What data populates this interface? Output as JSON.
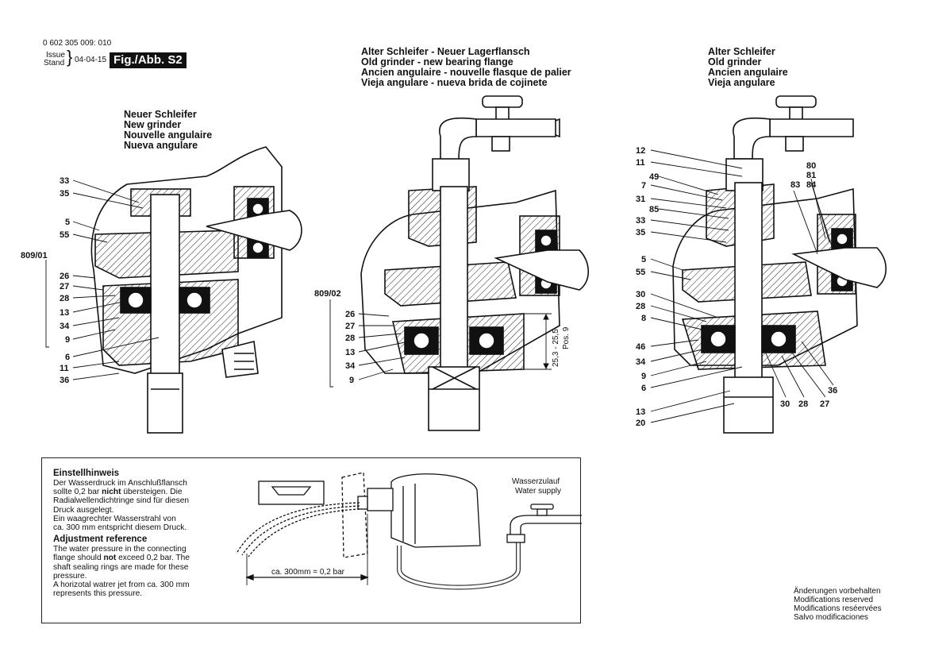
{
  "header": {
    "part_number": "0 602 305 009: 010",
    "issue_label": "Issue",
    "stand_label": "Stand",
    "date": "04-04-15",
    "figure": "Fig./Abb. S2"
  },
  "panels": [
    {
      "title_lines": [
        "Neuer Schleifer",
        "New grinder",
        "Nouvelle angulaire",
        "Nueva angulare"
      ],
      "group_label": "809/01",
      "labels": [
        "33",
        "35",
        "5",
        "55",
        "26",
        "27",
        "28",
        "13",
        "34",
        "9",
        "6",
        "11",
        "36"
      ]
    },
    {
      "title_lines": [
        "Alter Schleifer - Neuer Lagerflansch",
        "Old grinder - new bearing flange",
        "Ancien angulaire - nouvelle flasque de palier",
        "Vieja angulare - nueva brida de cojinete"
      ],
      "group_label": "809/02",
      "labels": [
        "26",
        "27",
        "28",
        "13",
        "34",
        "9"
      ],
      "dimension": "25,3 - 25,5",
      "position": "Pos. 9"
    },
    {
      "title_lines": [
        "Alter Schleifer",
        "Old grinder",
        "Ancien angulaire",
        "Vieja angulare"
      ],
      "labels_left": [
        "12",
        "11",
        "49",
        "7",
        "31",
        "85",
        "33",
        "35",
        "5",
        "55",
        "30",
        "28",
        "8",
        "46",
        "34",
        "9",
        "6",
        "13",
        "20"
      ],
      "labels_right": [
        "80",
        "81",
        "84",
        "83"
      ],
      "labels_bottom": [
        "30",
        "28",
        "27",
        "36"
      ]
    }
  ],
  "note": {
    "de_heading": "Einstellhinweis",
    "de_line1": "Der Wasserdruck im Anschlußflansch",
    "de_line2_pre": "sollte 0,2 bar ",
    "de_line2_bold": "nicht",
    "de_line2_post": " übersteigen. Die",
    "de_line3": "Radialwellendichtringe sind für diesen",
    "de_line4": "Druck ausgelegt.",
    "de_line5": "Ein waagrechter Wasserstrahl von",
    "de_line6": "ca. 300 mm entspricht diesem Druck.",
    "en_heading": "Adjustment reference",
    "en_line1": "The water pressure in the connecting",
    "en_line2_pre": "flange should ",
    "en_line2_bold": "not",
    "en_line2_post": " exceed 0,2 bar. The",
    "en_line3": "shaft sealing rings are made for these",
    "en_line4": "pressure.",
    "en_line5": "A horizotal watrer jet from ca. 300 mm",
    "en_line6": "represents this pressure.",
    "supply_de": "Wasserzulauf",
    "supply_en": "Water supply",
    "measure": "ca. 300mm = 0,2 bar"
  },
  "modifications": [
    "Änderungen vorbehalten",
    "Modifications reserved",
    "Modifications reséervées",
    "Salvo modificaciones"
  ]
}
